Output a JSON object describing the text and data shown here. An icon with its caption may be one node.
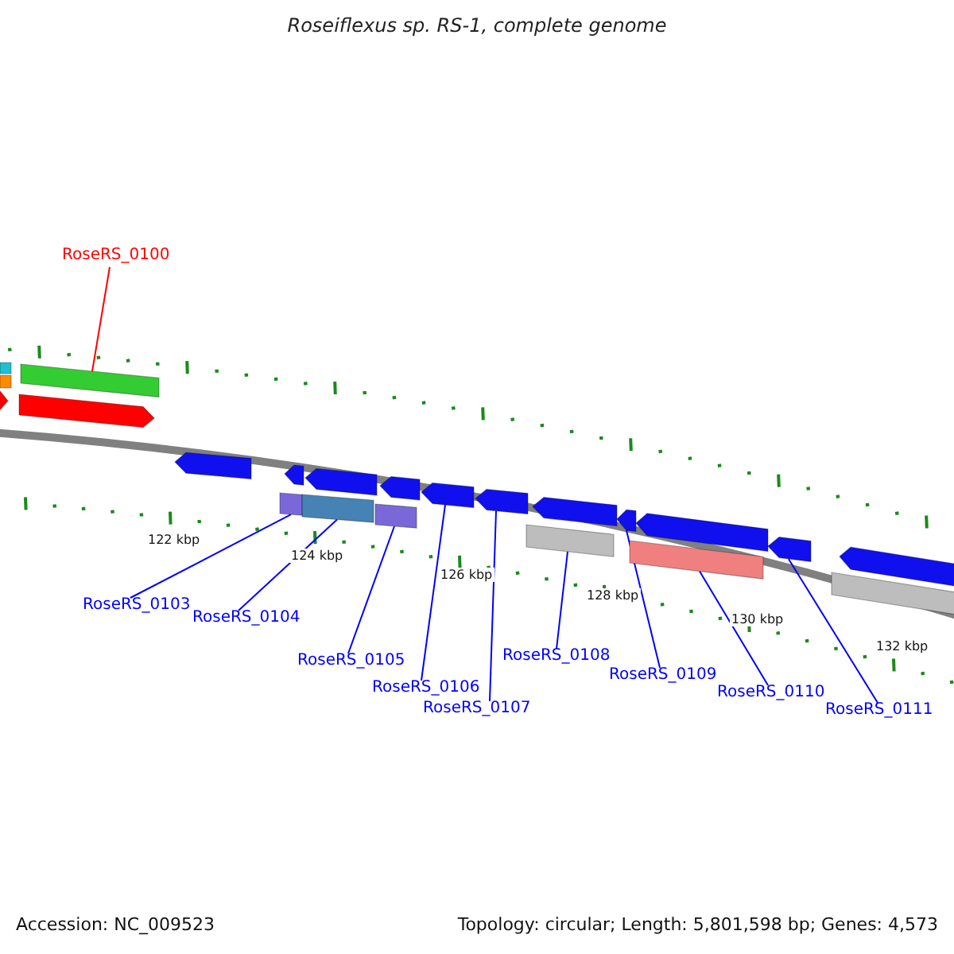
{
  "diagram": {
    "title": "Roseiflexus sp. RS-1, complete genome",
    "nodes": [
      {
        "text": [
          "RoseRS_0100"
        ]
      },
      {
        "text": [],
        "shape": "bar"
      },
      {
        "text": [
          "RoseRS_0103"
        ]
      },
      {
        "text": [],
        "shape": "bar"
      },
      {
        "text": [
          "RoseRS_0104"
        ]
      },
      {
        "text": [],
        "shape": "bar"
      },
      {
        "text": [
          "RoseRS_0105"
        ]
      },
      {
        "text": [],
        "shape": "bar"
      },
      {
        "text": [
          "RoseRS_0106"
        ]
      },
      {
        "text": [],
        "shape": "arrow"
      },
      {
        "text": [
          "RoseRS_0107"
        ]
      },
      {
        "text": [],
        "shape": "arrow"
      },
      {
        "text": [
          "RoseRS_0108"
        ]
      },
      {
        "text": [],
        "shape": "bar"
      },
      {
        "text": [
          "RoseRS_0109"
        ]
      },
      {
        "text": [],
        "shape": "arrow"
      },
      {
        "text": [
          "RoseRS_0110"
        ]
      },
      {
        "text": [],
        "shape": "bar"
      },
      {
        "text": [
          "RoseRS_0111"
        ]
      },
      {
        "text": [],
        "shape": "arrow"
      },
      {
        "text": [],
        "shape": "bar"
      },
      {
        "text": [],
        "shape": "bar"
      },
      {
        "text": [],
        "shape": "arrow"
      },
      {
        "text": [],
        "shape": "arrow"
      },
      {
        "text": [],
        "shape": "arrow"
      },
      {
        "text": [],
        "shape": "arrow"
      },
      {
        "text": [],
        "shape": "arrow"
      },
      {
        "text": [],
        "shape": "arrow"
      },
      {
        "text": [],
        "shape": "arrow"
      },
      {
        "text": [],
        "shape": "arrow"
      },
      {
        "text": [],
        "shape": "bar"
      },
      {
        "text": [],
        "shape": "arrow"
      }
    ],
    "edges": [
      {
        "from": 0,
        "to": 1,
        "arrow": "none",
        "color": "#ff0000"
      },
      {
        "from": 2,
        "to": 3,
        "arrow": "none"
      },
      {
        "from": 4,
        "to": 5,
        "arrow": "none"
      },
      {
        "from": 6,
        "to": 7,
        "arrow": "none"
      },
      {
        "from": 8,
        "to": 9,
        "arrow": "none"
      },
      {
        "from": 10,
        "to": 11,
        "arrow": "none"
      },
      {
        "from": 12,
        "to": 13,
        "arrow": "none"
      },
      {
        "from": 14,
        "to": 15,
        "arrow": "none"
      },
      {
        "from": 16,
        "to": 17,
        "arrow": "none"
      },
      {
        "from": 18,
        "to": 19,
        "arrow": "none"
      }
    ],
    "labels": [
      "122 kbp",
      "124 kbp",
      "126 kbp",
      "128 kbp",
      "130 kbp",
      "132 kbp",
      "Accession: NC_009523",
      "Topology: circular; Length: 5,801,598 bp; Genes: 4,573"
    ]
  }
}
